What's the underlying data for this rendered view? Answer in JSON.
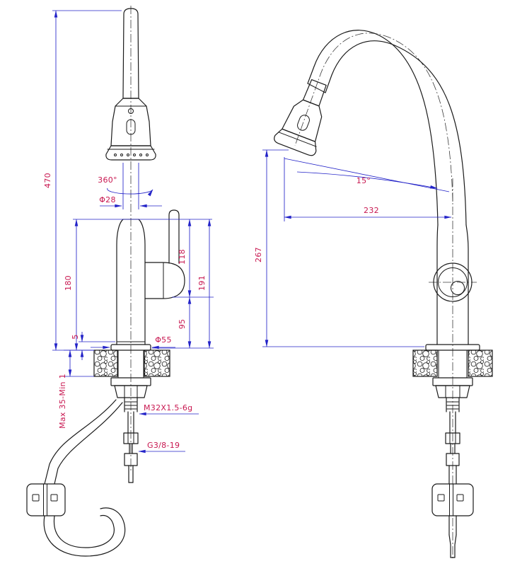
{
  "meta": {
    "title": "Pull-down kitchen faucet dimensional drawing"
  },
  "colors": {
    "line": "#1a1a1a",
    "center": "#3c3c3c",
    "dim": "#2323c8",
    "txt": "#c81750"
  },
  "front_view": {
    "dims": {
      "overall_height": "470",
      "rotation": "360°",
      "tube_dia": "Φ28",
      "body_height": "180",
      "handle_span": "118",
      "handle_top_height": "191",
      "handle_axis_height": "95",
      "flange_gap": "5",
      "flange_dia": "Φ55",
      "deck_thickness_range": "Max 35-Min 1",
      "shank_thread": "M32X1.5-6g",
      "inlet_thread": "G3/8-19"
    }
  },
  "side_view": {
    "dims": {
      "outlet_angle": "15°",
      "spout_reach": "232",
      "outlet_height": "267"
    }
  }
}
